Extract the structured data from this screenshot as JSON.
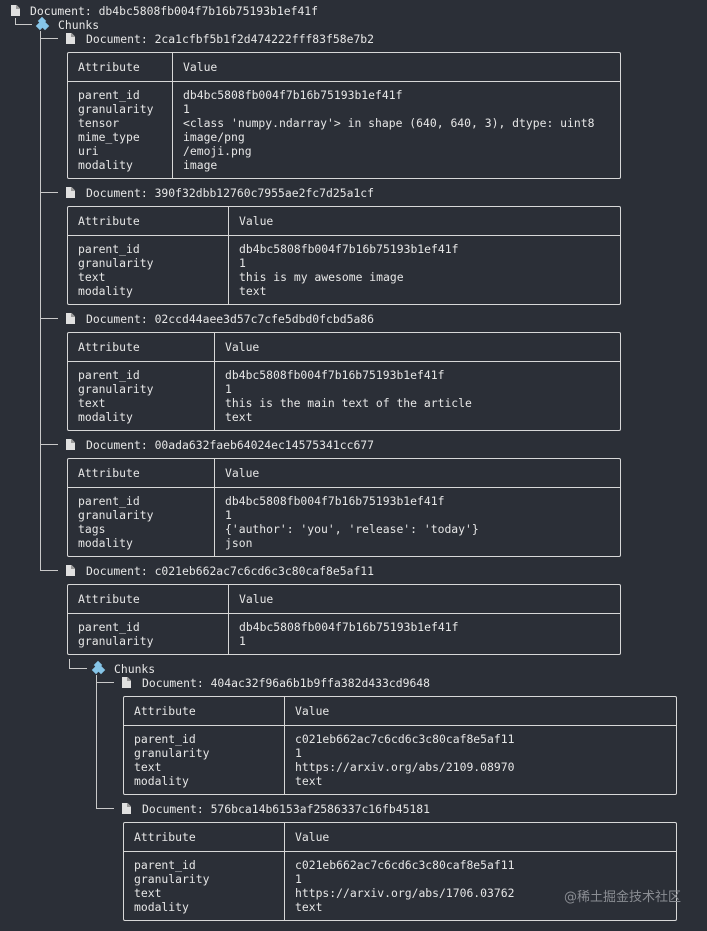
{
  "root": {
    "label": "Document: db4bc5808fb004f7b16b75193b1ef41f"
  },
  "chunks_label": "Chunks",
  "headers": {
    "attribute": "Attribute",
    "value": "Value"
  },
  "docs": [
    {
      "label": "Document: 2ca1cfbf5b1f2d474222fff83f58e7b2",
      "rows": [
        [
          "parent_id",
          "db4bc5808fb004f7b16b75193b1ef41f"
        ],
        [
          "granularity",
          "1"
        ],
        [
          "tensor",
          "<class 'numpy.ndarray'> in shape (640, 640, 3), dtype: uint8"
        ],
        [
          "mime_type",
          "image/png"
        ],
        [
          "uri",
          "/emoji.png"
        ],
        [
          "modality",
          "image"
        ]
      ]
    },
    {
      "label": "Document: 390f32dbb12760c7955ae2fc7d25a1cf",
      "rows": [
        [
          "parent_id",
          "db4bc5808fb004f7b16b75193b1ef41f"
        ],
        [
          "granularity",
          "1"
        ],
        [
          "text",
          "this is my awesome image"
        ],
        [
          "modality",
          "text"
        ]
      ]
    },
    {
      "label": "Document: 02ccd44aee3d57c7cfe5dbd0fcbd5a86",
      "rows": [
        [
          "parent_id",
          "db4bc5808fb004f7b16b75193b1ef41f"
        ],
        [
          "granularity",
          "1"
        ],
        [
          "text",
          "this is the main text of the article"
        ],
        [
          "modality",
          "text"
        ]
      ]
    },
    {
      "label": "Document: 00ada632faeb64024ec14575341cc677",
      "rows": [
        [
          "parent_id",
          "db4bc5808fb004f7b16b75193b1ef41f"
        ],
        [
          "granularity",
          "1"
        ],
        [
          "tags",
          "{'author': 'you', 'release': 'today'}"
        ],
        [
          "modality",
          "json"
        ]
      ]
    },
    {
      "label": "Document: c021eb662ac7c6cd6c3c80caf8e5af11",
      "rows": [
        [
          "parent_id",
          "db4bc5808fb004f7b16b75193b1ef41f"
        ],
        [
          "granularity",
          "1"
        ]
      ]
    },
    {
      "label": "Document: 404ac32f96a6b1b9ffa382d433cd9648",
      "rows": [
        [
          "parent_id",
          "c021eb662ac7c6cd6c3c80caf8e5af11"
        ],
        [
          "granularity",
          "1"
        ],
        [
          "text",
          "https://arxiv.org/abs/2109.08970"
        ],
        [
          "modality",
          "text"
        ]
      ]
    },
    {
      "label": "Document: 576bca14b6153af2586337c16fb45181",
      "rows": [
        [
          "parent_id",
          "c021eb662ac7c6cd6c3c80caf8e5af11"
        ],
        [
          "granularity",
          "1"
        ],
        [
          "text",
          "https://arxiv.org/abs/1706.03762"
        ],
        [
          "modality",
          "text"
        ]
      ]
    }
  ],
  "watermark": "@稀土掘金技术社区"
}
